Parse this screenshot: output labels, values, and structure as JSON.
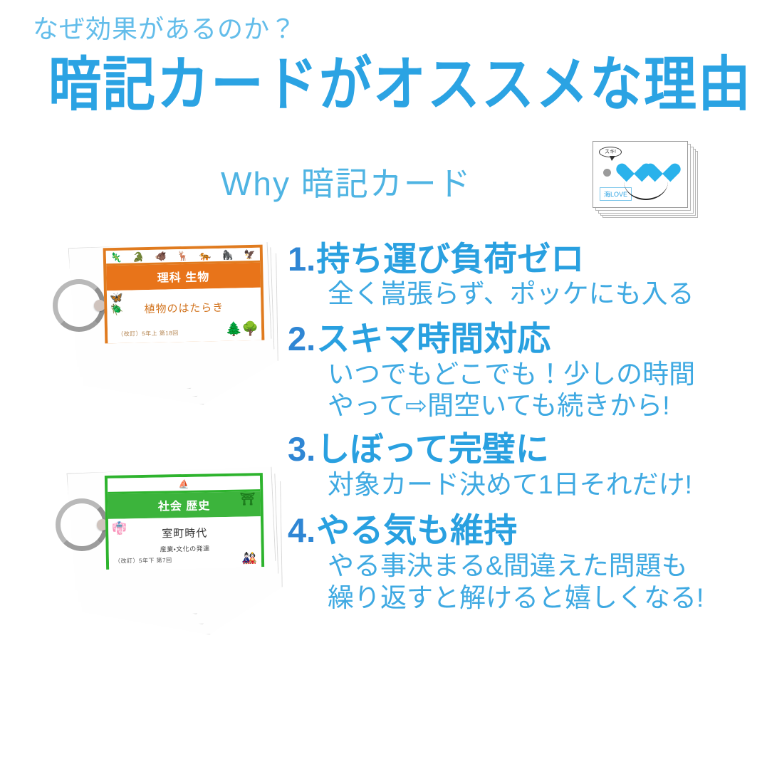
{
  "header": {
    "subtitle": "なぜ効果があるのか？",
    "title": "暗記カードがオススメな理由"
  },
  "why_line": "Why 暗記カード",
  "reasons": [
    {
      "number": "1.",
      "title": "持ち運び負荷ゼロ",
      "sub_lines": [
        "全く嵩張らず、ポッケにも入る"
      ]
    },
    {
      "number": "2.",
      "title": "スキマ時間対応",
      "sub_lines": [
        "いつでもどこでも！少しの時間",
        "やって⇨間空いても続きから!"
      ]
    },
    {
      "number": "3.",
      "title": "しぼって完璧に",
      "sub_lines": [
        "対象カード決めて1日それだけ!"
      ]
    },
    {
      "number": "4.",
      "title": "やる気も維持",
      "sub_lines": [
        "やる事決まる&間違えた問題も",
        "繰り返すと解けると嬉しくなる!"
      ]
    }
  ],
  "cards": {
    "science": {
      "subject_band": "理科 生物",
      "topic": "植物のはたらき",
      "meta": "（改訂）5年上 第18回",
      "animal_icons": [
        "🦎",
        "🐊",
        "🐗",
        "🦌",
        "🐅",
        "🦍",
        "🦅"
      ],
      "left_icons": "🦋\n🪲",
      "right_icons": "🌲🌳",
      "accent_color": "#e07b1f"
    },
    "social": {
      "top_icon": "⛵",
      "subject_band": "社会 歴史",
      "band_icon": "⛩",
      "topic": "室町時代",
      "topic_sub": "産業・文化の発達",
      "meta": "（改訂）5年下 第7回",
      "left_icon": "👘",
      "right_icon": "🎎",
      "accent_color": "#2db32d"
    },
    "smiley": {
      "bubble_text": "スキ!",
      "tag_text": "海LOVE",
      "heart_color": "#2ab2eb"
    }
  },
  "colors": {
    "title_blue": "#2ba3e3",
    "subtitle_blue": "#63bdea",
    "reason_blue": "#29a0e0",
    "number_blue": "#2f86d4",
    "sub_blue": "#3ea9e2",
    "orange": "#e8741a",
    "green": "#3cb43c",
    "background": "#ffffff"
  }
}
